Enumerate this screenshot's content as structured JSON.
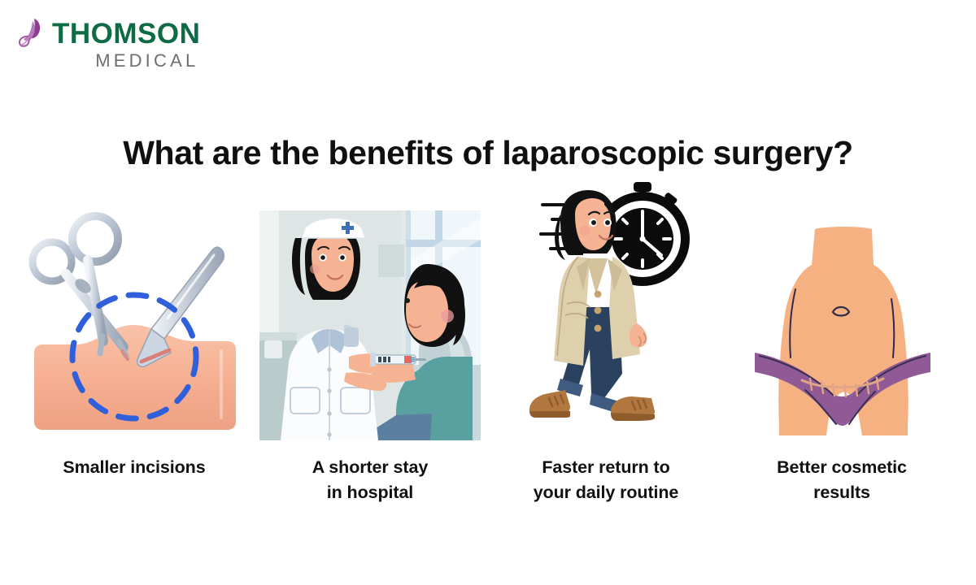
{
  "brand": {
    "logo_icon": "butterfly-logo-icon",
    "name_primary": "THOMSON",
    "name_secondary": "MEDICAL",
    "colors": {
      "primary_green": "#0f6b45",
      "secondary_gray": "#6e6e72",
      "mark_purple": "#9b4f9b"
    }
  },
  "title": "What are the benefits of laparoscopic surgery?",
  "benefits": [
    {
      "caption": "Smaller incisions",
      "illustration": "surgical-tools-incision-illustration",
      "illustration_alt": "Surgical scissors and scalpel above a skin cross-section with a blue dashed circle highlighting a small incision area",
      "colors": {
        "skin": "#f7b396",
        "dashed_circle": "#2f5fda",
        "instrument": "#c9d2de"
      }
    },
    {
      "caption": "A shorter stay\nin hospital",
      "illustration": "nurse-injection-illustration",
      "illustration_alt": "A nurse in a white uniform with a nurse cap giving an injection to a seated patient in a hospital room with a window",
      "colors": {
        "background": "#dde5e6",
        "uniform": "#fdfdfd",
        "patient_shirt": "#4f9a9a",
        "window": "#b8cfe0"
      }
    },
    {
      "caption": "Faster return to\nyour daily routine",
      "illustration": "walking-person-stopwatch-illustration",
      "illustration_alt": "A person walking briskly in a beige coat and navy trousers with speed lines and a black stopwatch",
      "colors": {
        "coat": "#ded0ad",
        "trousers": "#2b4160",
        "shoes": "#b2763f",
        "stopwatch": "#0b0b0b"
      }
    },
    {
      "caption": "Better cosmetic\nresults",
      "illustration": "abdomen-scar-illustration",
      "illustration_alt": "A lower abdomen with a small horizontal surgical scar above purple underwear",
      "colors": {
        "skin": "#f6b183",
        "underwear": "#8f5a96",
        "scar": "#e0a585"
      }
    }
  ]
}
